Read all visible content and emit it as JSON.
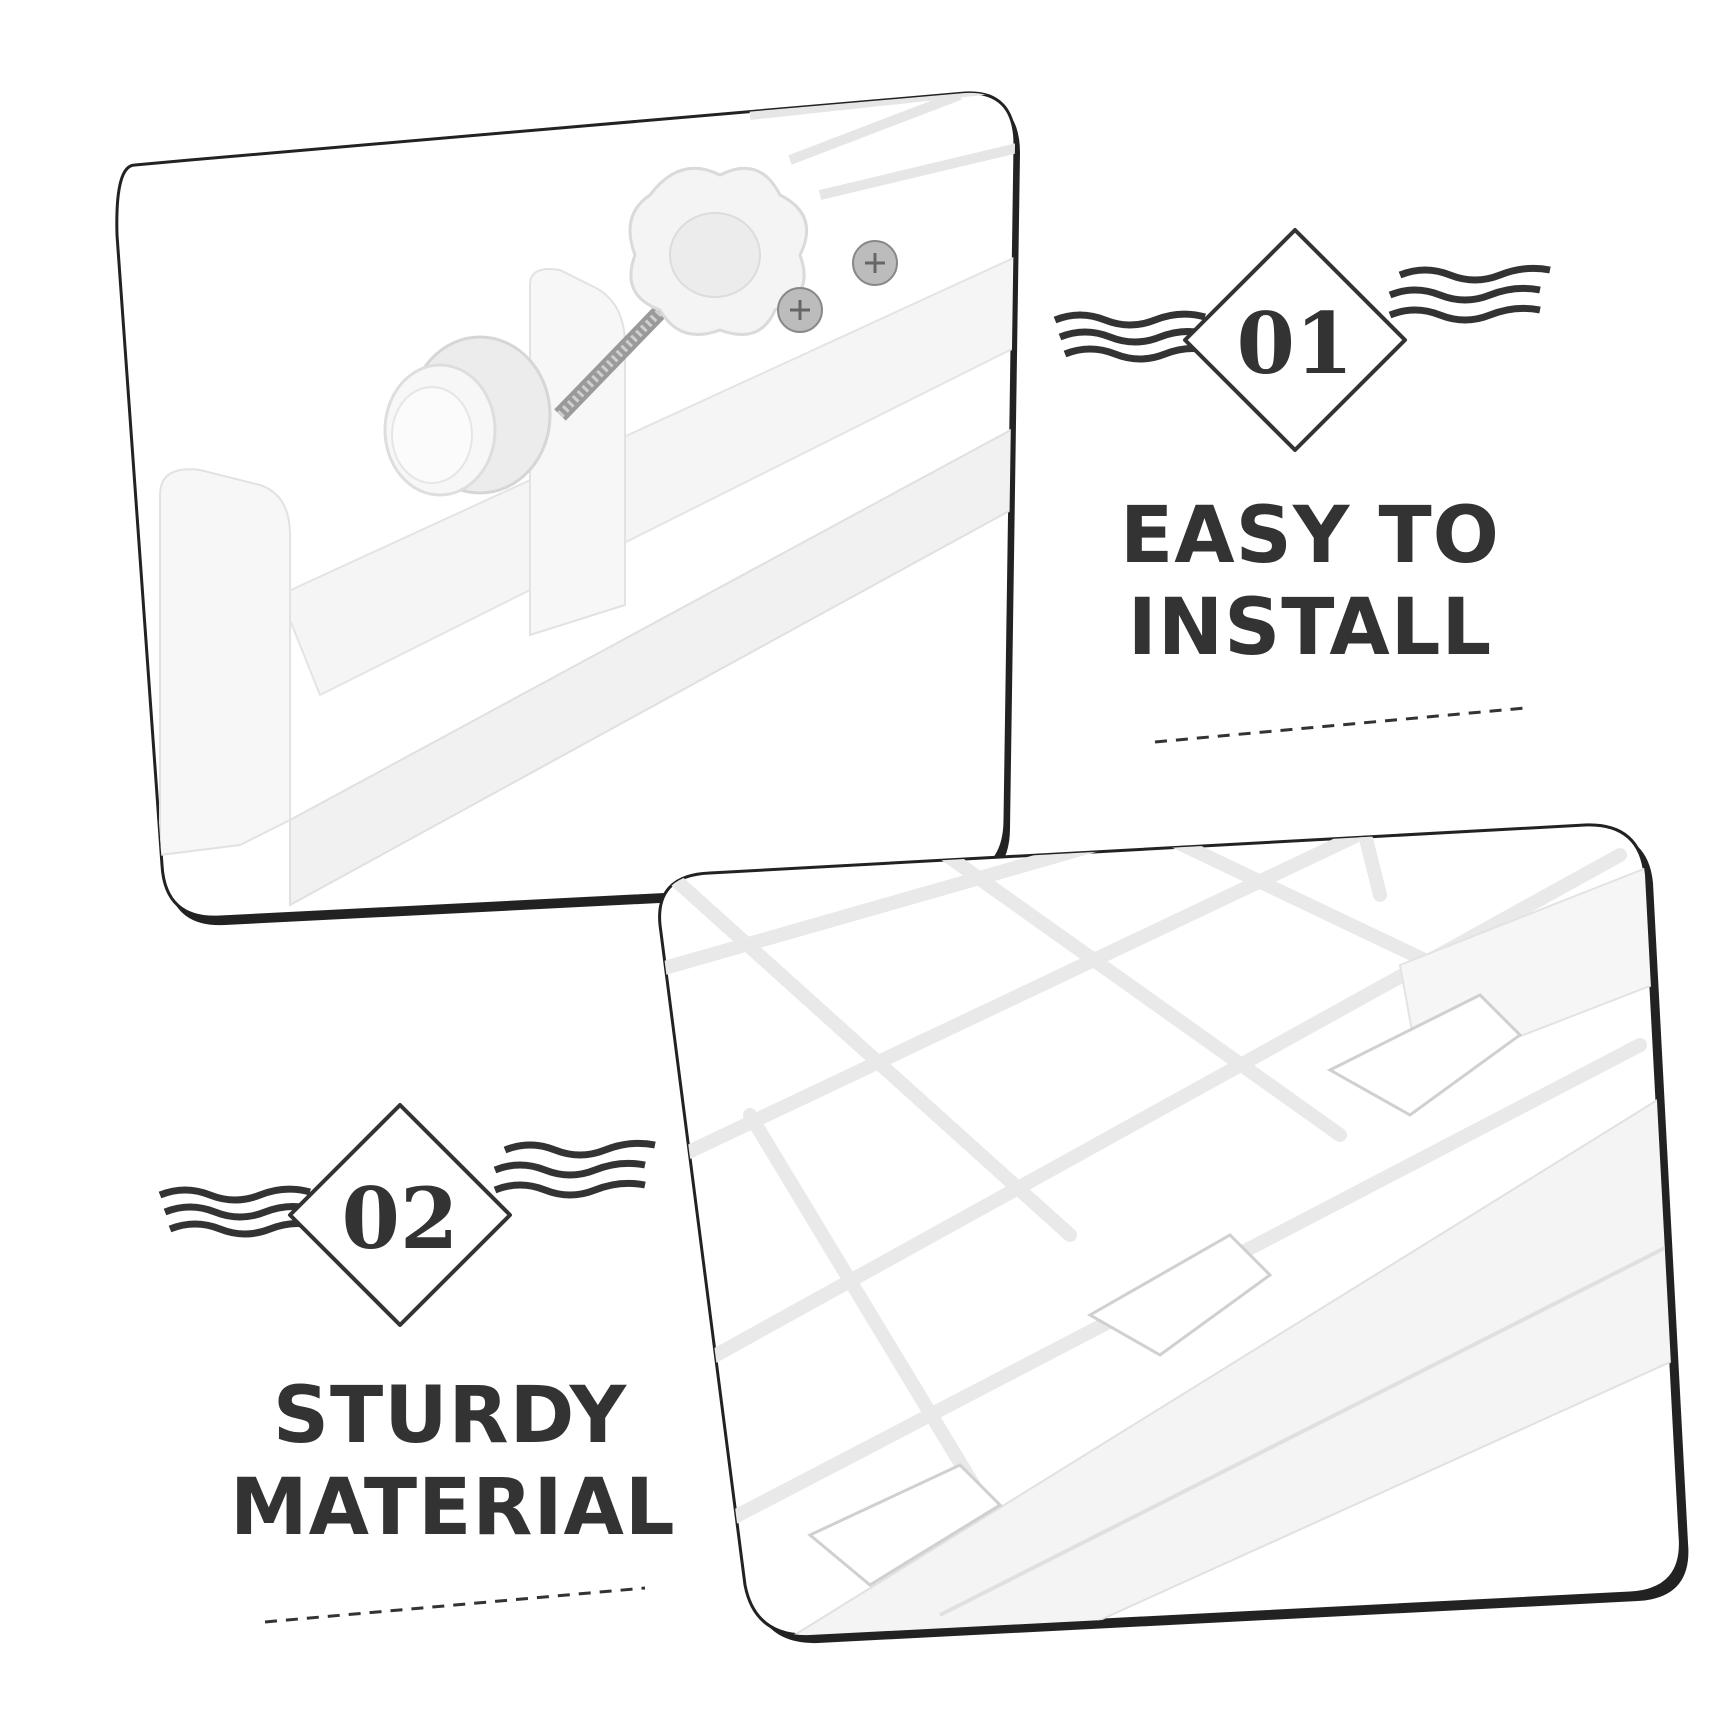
{
  "features": [
    {
      "number": "01",
      "line1": "EASY TO",
      "line2": "INSTALL"
    },
    {
      "number": "02",
      "line1": "STURDY",
      "line2": "MATERIAL"
    }
  ],
  "colors": {
    "ink": "#333333",
    "panel_fill": "#ffffff",
    "product_white": "#f3f3f3",
    "product_shadow": "#d9d9d9",
    "screw_steel": "#a8a8a8"
  },
  "icons": [
    "diamond-badge-icon",
    "wave-lines-icon",
    "clamp-knob-photo",
    "wire-basket-photo"
  ]
}
